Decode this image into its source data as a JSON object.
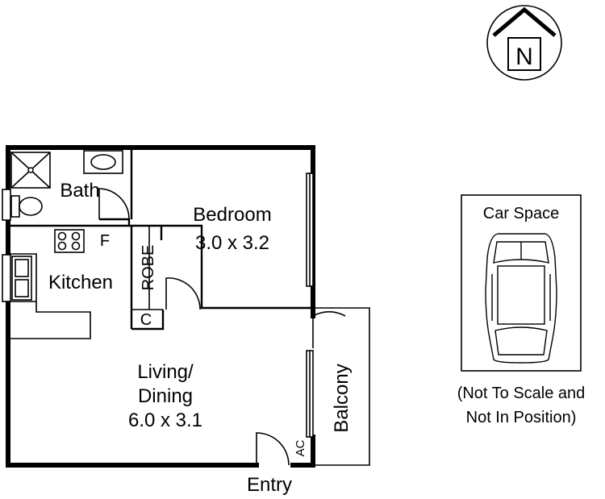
{
  "compass": {
    "label": "N"
  },
  "rooms": {
    "bath": "Bath",
    "bedroom": {
      "name": "Bedroom",
      "size": "3.0 x 3.2"
    },
    "kitchen": "Kitchen",
    "fridge": "F",
    "robe": "ROBE",
    "cupboard": "C",
    "living": {
      "line1": "Living/",
      "line2": "Dining",
      "size": "6.0 x 3.1"
    },
    "balcony": "Balcony",
    "ac": "AC",
    "entry": "Entry"
  },
  "car_space": {
    "title": "Car Space",
    "note_line1": "(Not To Scale and",
    "note_line2": "Not In Position)"
  }
}
